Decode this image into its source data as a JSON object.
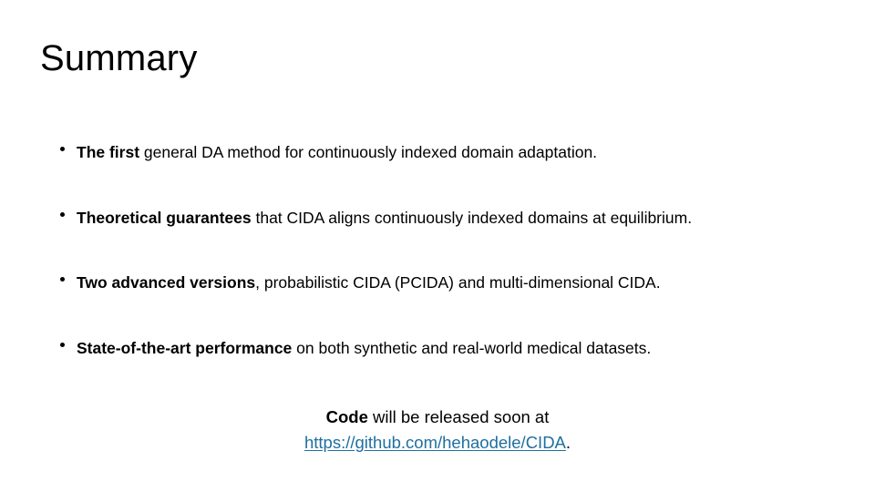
{
  "slide": {
    "title": "Summary",
    "bullets": [
      {
        "marker": "•",
        "bold": "The first",
        "rest": " general DA method for continuously indexed domain adaptation."
      },
      {
        "marker": "•",
        "bold": "Theoretical guarantees",
        "rest": " that CIDA aligns continuously indexed domains at equilibrium."
      },
      {
        "marker": "•",
        "bold": "Two advanced versions",
        "rest": ", probabilistic CIDA (PCIDA) and multi-dimensional CIDA."
      },
      {
        "marker": "•",
        "bold": "State-of-the-art performance",
        "rest": " on both synthetic and real-world medical datasets."
      }
    ],
    "footer": {
      "bold_prefix": "Code",
      "line1_rest": " will be released soon at",
      "link_text": "https://github.com/hehaodele/CIDA",
      "trailing_period": "."
    }
  },
  "colors": {
    "background": "#ffffff",
    "text": "#000000",
    "link": "#1F6FA0"
  }
}
